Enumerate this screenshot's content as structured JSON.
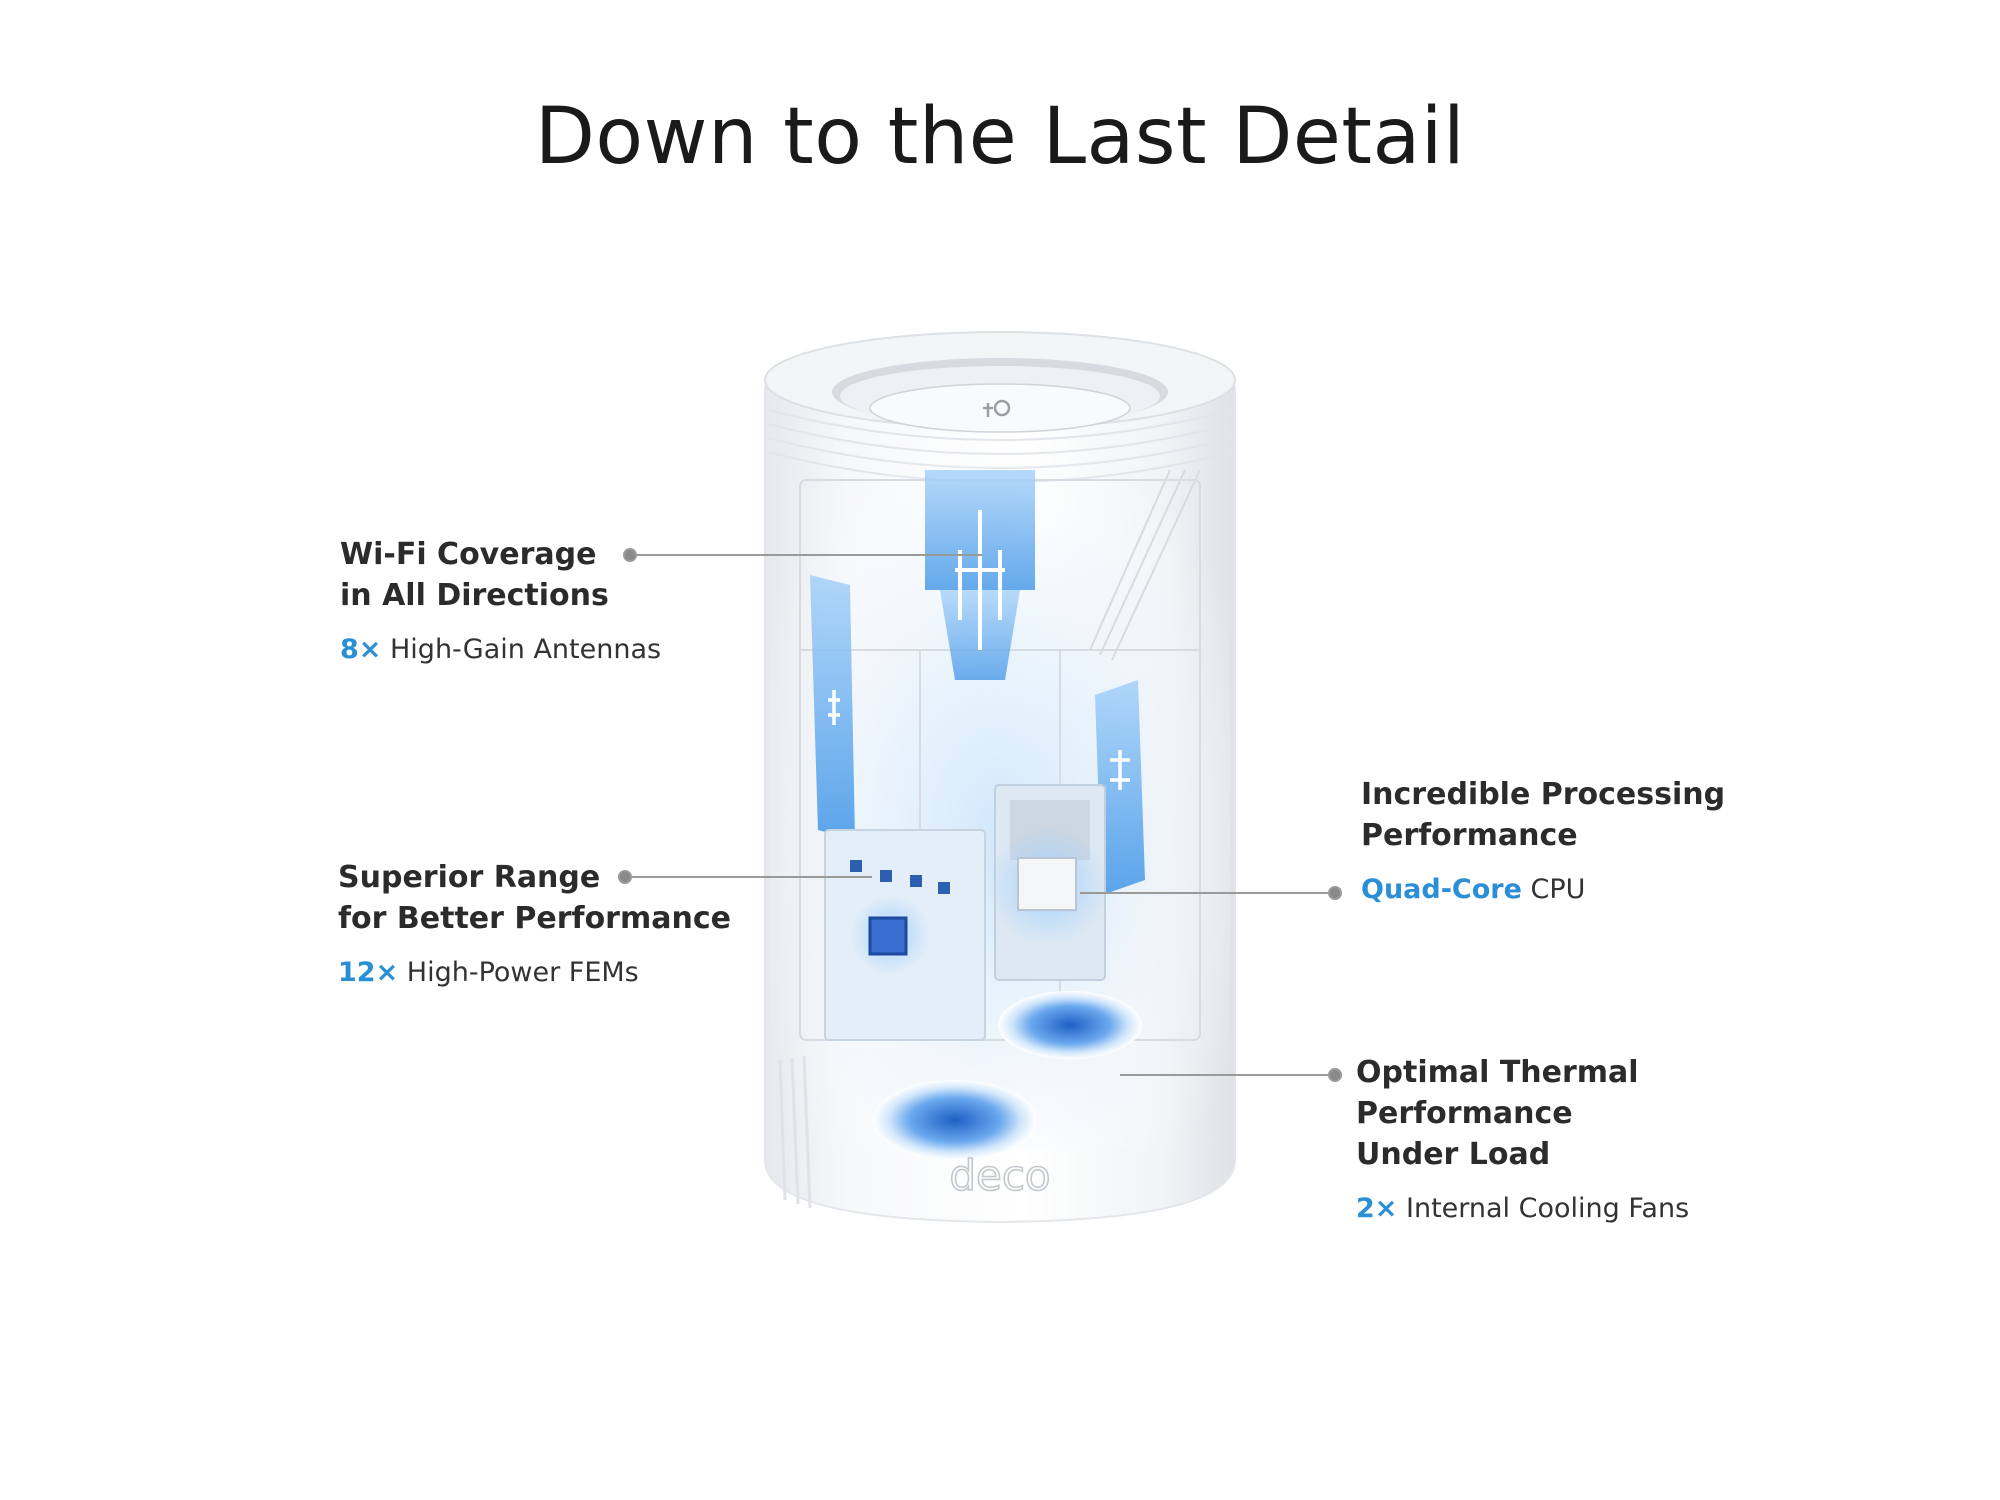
{
  "page": {
    "title": "Down to the Last Detail"
  },
  "callouts": {
    "wifi": {
      "title_line1": "Wi-Fi Coverage",
      "title_line2": "in All Directions",
      "spec_highlight": "8×",
      "spec_text": " High-Gain Antennas"
    },
    "range": {
      "title_line1": "Superior Range",
      "title_line2": "for Better Performance",
      "spec_highlight": "12×",
      "spec_text": " High-Power FEMs"
    },
    "cpu": {
      "title_line1": "Incredible Processing",
      "title_line2": "Performance",
      "spec_highlight": "Quad-Core",
      "spec_text": " CPU"
    },
    "thermal": {
      "title_line1": "Optimal Thermal",
      "title_line2": "Performance",
      "title_line3": "Under Load",
      "spec_highlight": "2×",
      "spec_text": " Internal Cooling Fans"
    }
  },
  "device": {
    "brand_mark": "deco",
    "logo_mark": "tp"
  },
  "colors": {
    "accent_blue": "#2a8fd6",
    "leader_line": "#9a9a9a",
    "device_body": "#f4f6f8",
    "component_glow": "#6fb6f2"
  },
  "icons": {
    "antenna": "antenna-icon",
    "chip": "cpu-chip-icon",
    "fan": "fan-icon"
  }
}
